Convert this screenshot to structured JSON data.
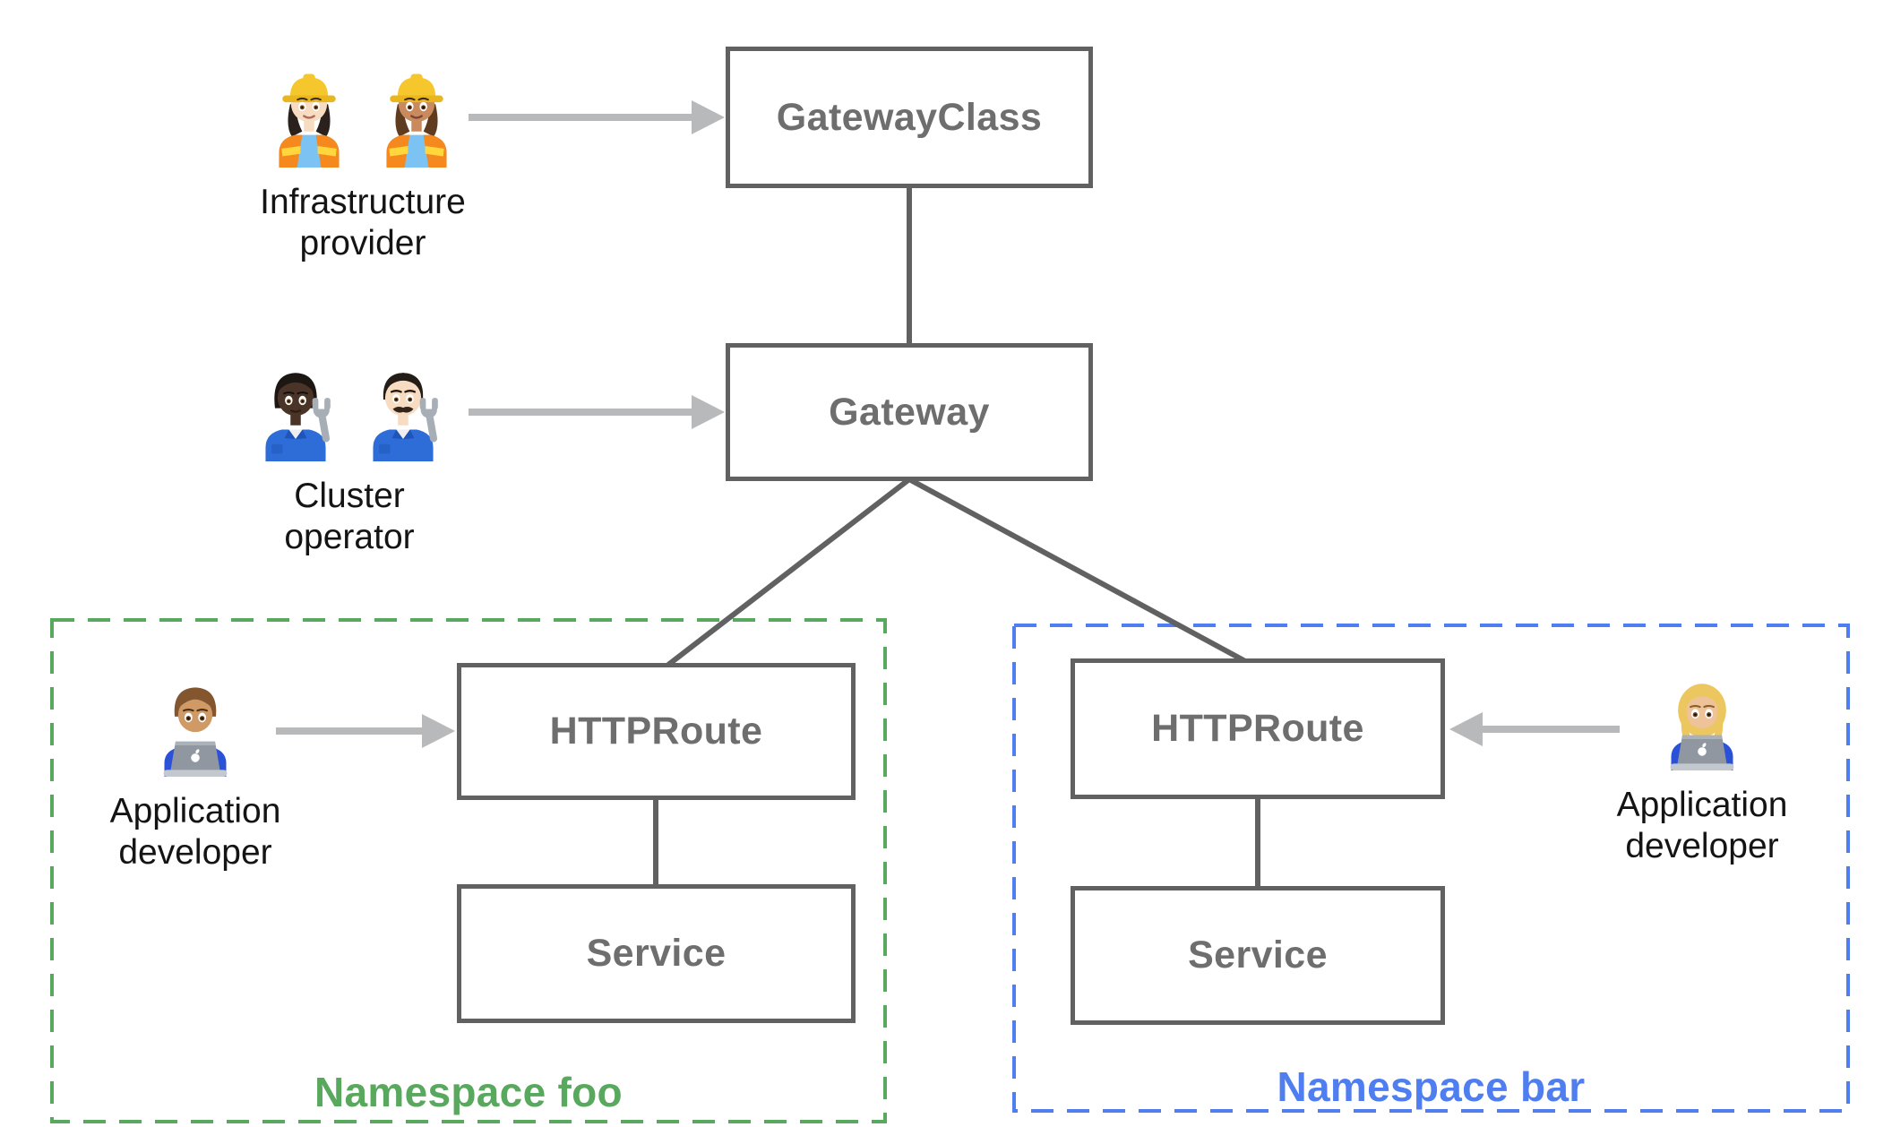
{
  "diagram": {
    "name": "Gateway API resource model",
    "background": "#ffffff"
  },
  "colors": {
    "box_border": "#616161",
    "box_label": "#6e6e6e",
    "connector": "#616161",
    "arrow": "#b7b9bb",
    "persona_label": "#141414"
  },
  "nodes": {
    "gatewayclass": {
      "label": "GatewayClass"
    },
    "gateway": {
      "label": "Gateway"
    },
    "httproute_foo": {
      "label": "HTTPRoute"
    },
    "service_foo": {
      "label": "Service"
    },
    "httproute_bar": {
      "label": "HTTPRoute"
    },
    "service_bar": {
      "label": "Service"
    }
  },
  "namespaces": {
    "foo": {
      "label": "Namespace foo",
      "color": "#58a85e"
    },
    "bar": {
      "label": "Namespace bar",
      "color": "#4f7ef0"
    }
  },
  "personas": {
    "infrastructure_provider": {
      "lines": [
        "Infrastructure",
        "provider"
      ],
      "icons": [
        "woman-construction-worker-light-skin-icon",
        "woman-construction-worker-medium-skin-icon"
      ]
    },
    "cluster_operator": {
      "lines": [
        "Cluster",
        "operator"
      ],
      "icons": [
        "mechanic-dark-skin-icon",
        "man-mechanic-light-skin-icon"
      ]
    },
    "application_developer_foo": {
      "lines": [
        "Application",
        "developer"
      ],
      "icons": [
        "man-technologist-icon"
      ]
    },
    "application_developer_bar": {
      "lines": [
        "Application",
        "developer"
      ],
      "icons": [
        "woman-technologist-icon"
      ]
    }
  },
  "edges": {
    "gatewayclass_to_gateway": "GatewayClass — Gateway",
    "gateway_to_httproute_foo": "Gateway — HTTPRoute (foo)",
    "gateway_to_httproute_bar": "Gateway — HTTPRoute (bar)",
    "httproute_foo_to_service_foo": "HTTPRoute — Service (foo)",
    "httproute_bar_to_service_bar": "HTTPRoute — Service (bar)"
  }
}
